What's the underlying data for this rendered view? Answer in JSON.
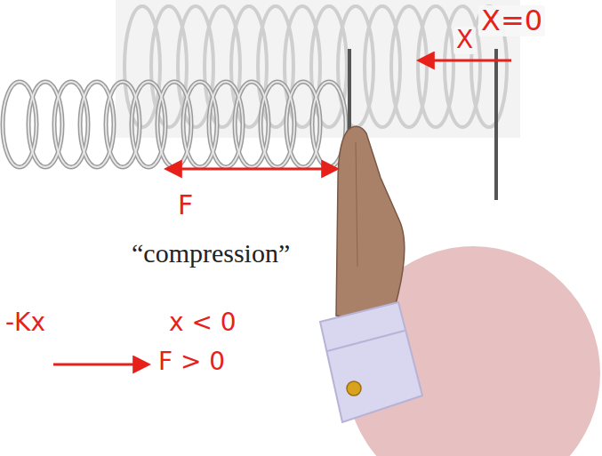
{
  "diagram": {
    "labels": [
      "X=0",
      "X",
      "F",
      "“compression”",
      "-Kx",
      "x < 0",
      "F > 0"
    ]
  }
}
